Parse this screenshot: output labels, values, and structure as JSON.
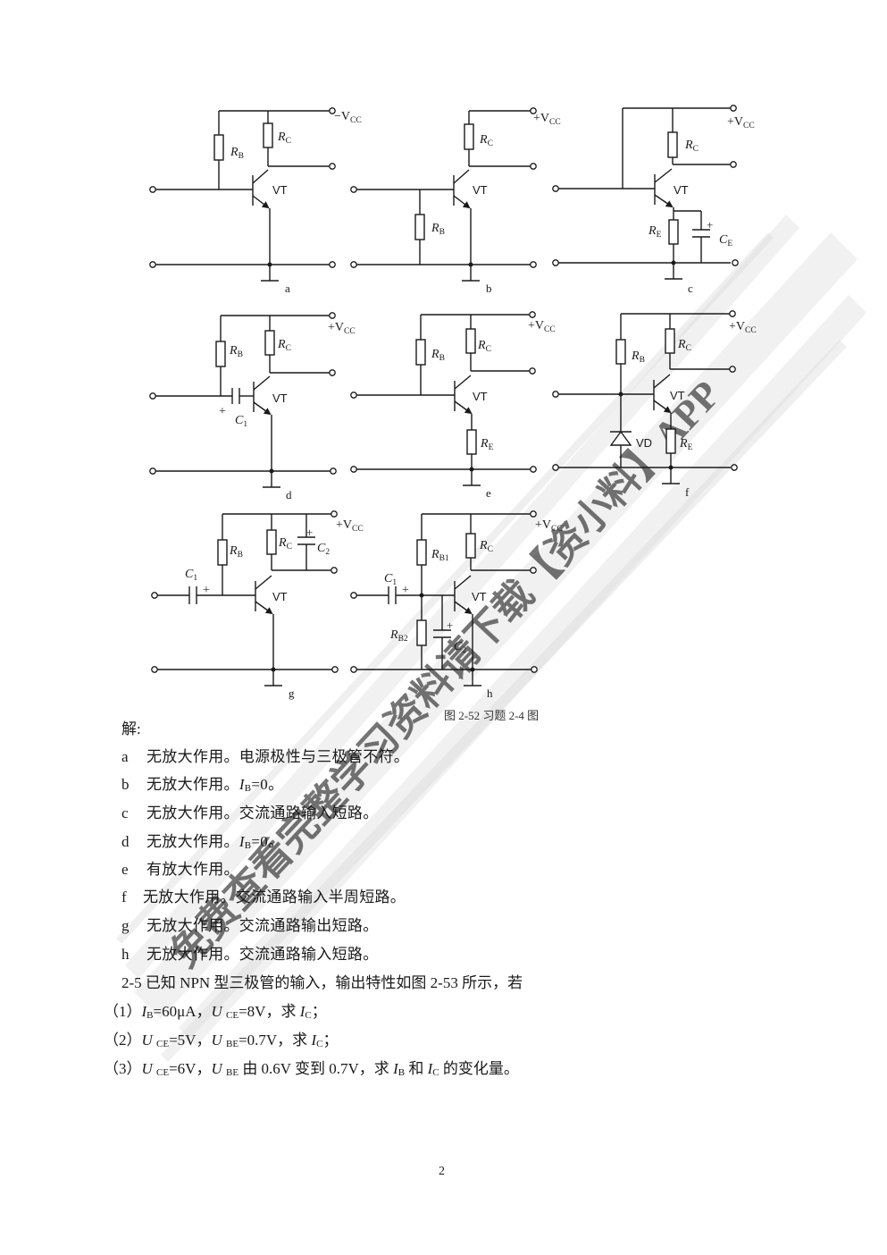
{
  "figure": {
    "caption": "图 2-52  习题 2-4 图",
    "circuits": [
      {
        "id": "a",
        "label": "a",
        "supply": "−V",
        "supply_sub": "CC",
        "components": [
          "RB",
          "RC",
          "VT"
        ]
      },
      {
        "id": "b",
        "label": "b",
        "supply": "+V",
        "supply_sub": "CC",
        "components": [
          "RB",
          "RC",
          "VT"
        ]
      },
      {
        "id": "c",
        "label": "c",
        "supply": "+V",
        "supply_sub": "CC",
        "components": [
          "RC",
          "RE",
          "CE",
          "VT"
        ]
      },
      {
        "id": "d",
        "label": "d",
        "supply": "+V",
        "supply_sub": "CC",
        "components": [
          "RB",
          "RC",
          "C1",
          "VT"
        ]
      },
      {
        "id": "e",
        "label": "e",
        "supply": "+V",
        "supply_sub": "CC",
        "components": [
          "RB",
          "RC",
          "RE",
          "VT"
        ]
      },
      {
        "id": "f",
        "label": "f",
        "supply": "+V",
        "supply_sub": "CC",
        "components": [
          "RB",
          "RC",
          "RE",
          "VD",
          "VT"
        ]
      },
      {
        "id": "g",
        "label": "g",
        "supply": "+V",
        "supply_sub": "CC",
        "components": [
          "RB",
          "RC",
          "C1",
          "C2",
          "VT"
        ]
      },
      {
        "id": "h",
        "label": "h",
        "supply": "+V",
        "supply_sub": "CC",
        "components": [
          "RB1",
          "RB2",
          "RC",
          "C1",
          "C2",
          "VT"
        ]
      }
    ],
    "labels": {
      "R": "R",
      "C": "C",
      "V": "V",
      "sub_B": "B",
      "sub_C": "C",
      "sub_E": "E",
      "sub_B1": "B1",
      "sub_B2": "B2",
      "sub_1": "1",
      "sub_2": "2",
      "sub_CC": "CC",
      "VT": "VT",
      "VD": "VD",
      "plus": "+"
    }
  },
  "solution": {
    "heading": "解:",
    "items": [
      {
        "key": "a",
        "text": "无放大作用。电源极性与三极管不符。"
      },
      {
        "key": "b",
        "text": "无放大作用。",
        "math_var": "I",
        "math_sub": "B",
        "math_rest": "=0。"
      },
      {
        "key": "c",
        "text": "无放大作用。交流通路输入短路。"
      },
      {
        "key": "d",
        "text": "无放大作用。",
        "math_var": "I",
        "math_sub": "B",
        "math_rest": "=0。"
      },
      {
        "key": "e",
        "text": "有放大作用。"
      },
      {
        "key": "f",
        "text": "无放大作用。交流通路输入半周短路。"
      },
      {
        "key": "g",
        "text": "无放大作用。交流通路输出短路。"
      },
      {
        "key": "h",
        "text": "无放大作用。交流通路输入短路。"
      }
    ]
  },
  "problem": {
    "number": "2-5",
    "statement": "已知 NPN 型三极管的输入，输出特性如图 2-53 所示，若",
    "subquestions": [
      {
        "num": "（1）",
        "p1_var": "I",
        "p1_sub": "B",
        "p1_val": "=60μA，",
        "p2_var": "U",
        "p2_sub": "CE",
        "p2_val": "=8V，求 ",
        "p3_var": "I",
        "p3_sub": "C",
        "p3_val": "；"
      },
      {
        "num": "（2）",
        "p1_var": "U",
        "p1_sub": "CE",
        "p1_val": "=5V，",
        "p2_var": "U",
        "p2_sub": "BE",
        "p2_val": "=0.7V，求 ",
        "p3_var": "I",
        "p3_sub": "C",
        "p3_val": "；"
      },
      {
        "num": "（3）",
        "p1_var": "U",
        "p1_sub": "CE",
        "p1_val": "=6V，",
        "p2_var": "U",
        "p2_sub": "BE",
        "p2_val": " 由 0.6V 变到 0.7V，求 ",
        "p3_var": "I",
        "p3_sub": "B",
        "p3_mid": " 和 ",
        "p4_var": "I",
        "p4_sub": "C",
        "p4_val": " 的变化量。"
      }
    ]
  },
  "page_number": "2",
  "watermark": {
    "text": "免费查看完整学习资料请下载【资小料】APP",
    "color": "#d9d9d9"
  }
}
